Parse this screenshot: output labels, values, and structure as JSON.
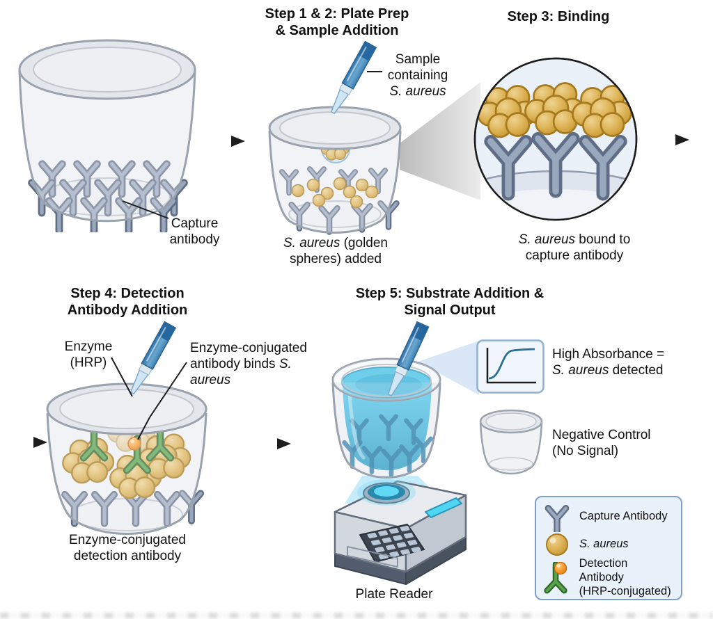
{
  "figure": {
    "step1": {
      "label": "Capture\nantibody"
    },
    "step12": {
      "title": "Step 1 & 2: Plate Prep\n& Sample Addition",
      "sample_label_plain": "Sample\ncontaining",
      "sample_label_italic": "S. aureus",
      "caption_italic": "S. aureus",
      "caption_plain": " (golden spheres) added"
    },
    "step3": {
      "title": "Step 3: Binding",
      "caption_italic": "S. aureus",
      "caption_plain": " bound to capture antibody"
    },
    "step4": {
      "title": "Step 4: Detection\nAntibody Addition",
      "enzyme_label": "Enzyme\n(HRP)",
      "conjugate_label_plain": "Enzyme-conjugated antibody binds ",
      "conjugate_label_italic": "S. aureus",
      "caption": "Enzyme-conjugated\ndetection antibody"
    },
    "step5": {
      "title": "Step 5: Substrate Addition &\nSignal Output",
      "plate_reader_label": "Plate Reader",
      "high_absorbance": {
        "line1": "High Absorbance =",
        "italic": "S. aureus",
        "rest": " detected"
      },
      "negative_control_label": "Negative Control\n(No Signal)"
    },
    "legend": {
      "capture_label": "Capture Antibody",
      "saureus_label": "S. aureus",
      "detection_label": "Detection Antibody\n(HRP-conjugated)"
    }
  },
  "colors": {
    "text": "#111111",
    "arrow": "#1d1d1d",
    "gold": "#dcb254",
    "gold_dark": "#a5791e",
    "orange": "#f59b2e",
    "green": "#55a047",
    "green_dark": "#2e6629",
    "antibody": "#97a5bb",
    "antibody_dark": "#64748c",
    "liquid_blue": "#49c6ea",
    "accent_cyan": "#4fd6f3",
    "circle_bg": "#eaf1f9",
    "legend_bg": "#e9f1fb",
    "legend_border": "#7e9fc7",
    "inset_bg": "#f1f6fc",
    "inset_border": "#90aecd",
    "curve_blue": "#2b6f92",
    "glass_stroke": "#9aa2ae"
  }
}
